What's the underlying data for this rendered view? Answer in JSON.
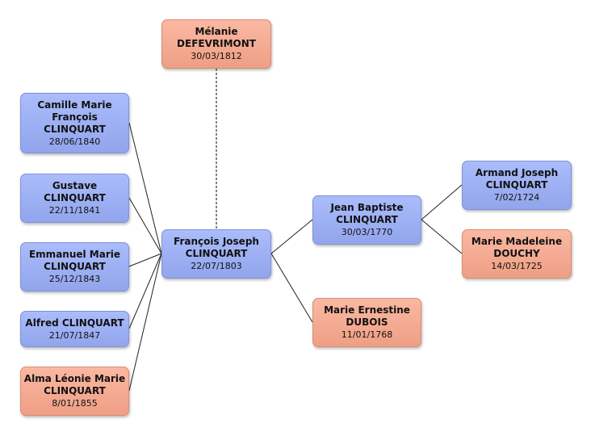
{
  "colors": {
    "male_fill": "#9fb1f6",
    "female_fill": "#f5ab93",
    "line": "#222222"
  },
  "people": {
    "melanie": {
      "name_lines": [
        "Mélanie",
        "DEFEVRIMONT"
      ],
      "date": "30/03/1812",
      "sex": "female"
    },
    "camille": {
      "name_lines": [
        "Camille Marie",
        "François",
        "CLINQUART"
      ],
      "date": "28/06/1840",
      "sex": "male"
    },
    "gustave": {
      "name_lines": [
        "Gustave",
        "CLINQUART"
      ],
      "date": "22/11/1841",
      "sex": "male"
    },
    "emmanuel": {
      "name_lines": [
        "Emmanuel Marie",
        "CLINQUART"
      ],
      "date": "25/12/1843",
      "sex": "male"
    },
    "alfred": {
      "name_lines": [
        "Alfred CLINQUART"
      ],
      "date": "21/07/1847",
      "sex": "male"
    },
    "alma": {
      "name_lines": [
        "Alma Léonie Marie",
        "CLINQUART"
      ],
      "date": "8/01/1855",
      "sex": "female"
    },
    "francois": {
      "name_lines": [
        "François Joseph",
        "CLINQUART"
      ],
      "date": "22/07/1803",
      "sex": "male"
    },
    "jean": {
      "name_lines": [
        "Jean Baptiste",
        "CLINQUART"
      ],
      "date": "30/03/1770",
      "sex": "male"
    },
    "ernestine": {
      "name_lines": [
        "Marie Ernestine",
        "DUBOIS"
      ],
      "date": "11/01/1768",
      "sex": "female"
    },
    "armand": {
      "name_lines": [
        "Armand Joseph",
        "CLINQUART"
      ],
      "date": "7/02/1724",
      "sex": "male"
    },
    "madeleine": {
      "name_lines": [
        "Marie Madeleine",
        "DOUCHY"
      ],
      "date": "14/03/1725",
      "sex": "female"
    }
  }
}
